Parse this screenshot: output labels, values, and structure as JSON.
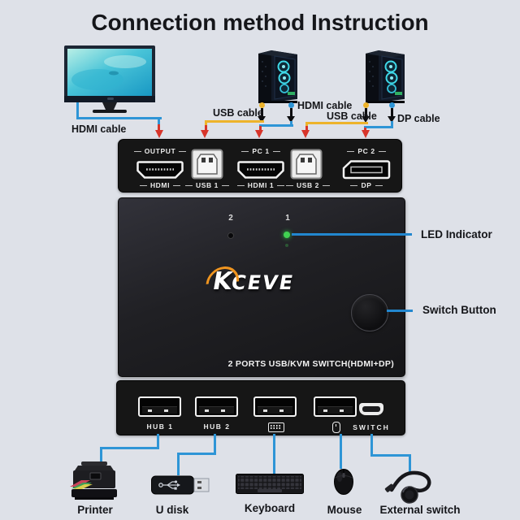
{
  "title": "Connection method Instruction",
  "cables": {
    "monitor_hdmi": "HDMI cable",
    "pc1_usb": "USB cable",
    "pc1_hdmi": "HDMI cable",
    "pc2_usb": "USB cable",
    "pc2_dp": "DP cable"
  },
  "rear_panel": {
    "output_label": "OUTPUT",
    "output_port_label": "HDMI",
    "usb1_label": "USB 1",
    "pc1_label": "PC 1",
    "hdmi1_label": "HDMI 1",
    "usb2_label": "USB 2",
    "pc2_label": "PC 2",
    "dp_label": "DP"
  },
  "front_panel": {
    "led2": "2",
    "led1": "1",
    "logo_k": "K",
    "logo_rest": "CEVE",
    "model_text": "2 PORTS USB/KVM SWITCH(HDMI+DP)"
  },
  "annotations": {
    "led_indicator": "LED Indicator",
    "switch_button": "Switch Button"
  },
  "bottom_panel": {
    "hub1_label": "HUB 1",
    "hub2_label": "HUB 2",
    "switch_label": "SWITCH"
  },
  "devices": {
    "printer": "Printer",
    "udisk": "U disk",
    "keyboard": "Keyboard",
    "mouse": "Mouse",
    "external_switch": "External switch"
  },
  "colors": {
    "background": "#dee1e8",
    "cable_blue": "#2e95d6",
    "cable_yellow": "#edb32b",
    "arrow_red": "#d7352b",
    "led_green": "#41d152",
    "device_black": "#161616"
  }
}
